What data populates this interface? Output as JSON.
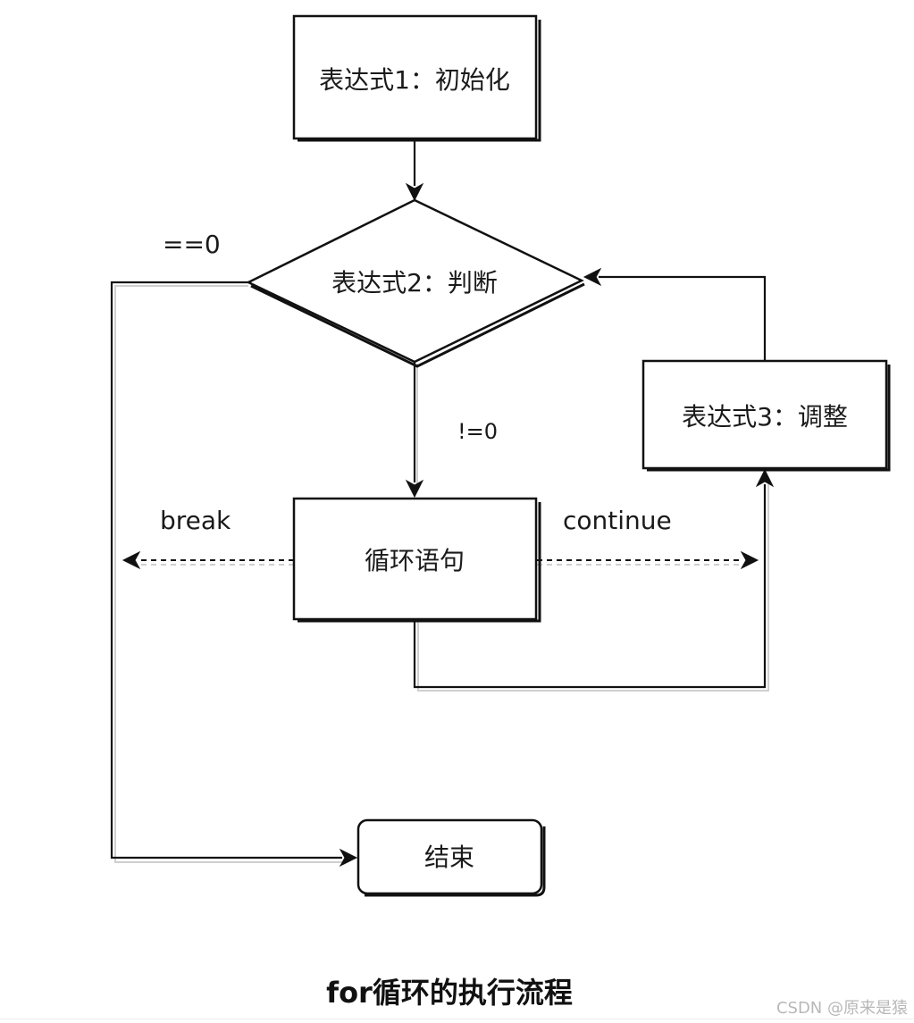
{
  "diagram": {
    "nodes": {
      "init": "表达式1：初始化",
      "judge": "表达式2：判断",
      "adjust": "表达式3：调整",
      "body": "循环语句",
      "end": "结束"
    },
    "edge_labels": {
      "eq_zero": "==0",
      "ne_zero": "!=0",
      "break": "break",
      "continue": "continue"
    },
    "caption": "for循环的执行流程",
    "watermark": "CSDN @原来是猿"
  }
}
